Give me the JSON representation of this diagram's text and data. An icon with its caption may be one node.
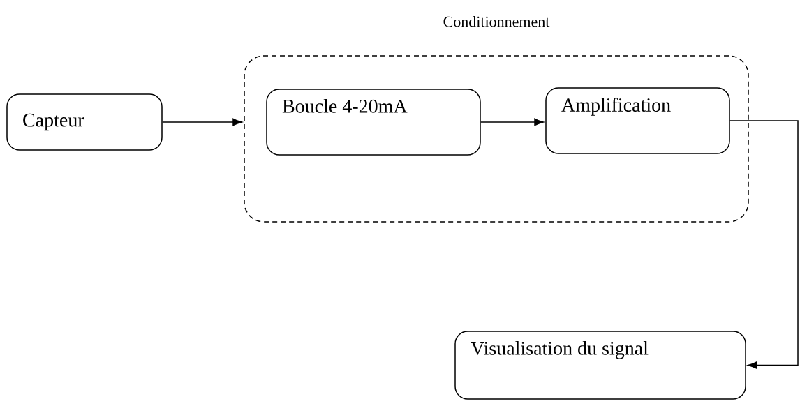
{
  "diagram": {
    "nodes": [
      {
        "text": [
          "Conditionnement"
        ]
      },
      {
        "text": [
          "Capteur"
        ]
      },
      {
        "text": [
          "Boucle 4-20mA"
        ],
        "in": 0
      },
      {
        "text": [
          "Amplification"
        ],
        "in": 0
      },
      {
        "text": [
          "Visualisation du signal"
        ]
      }
    ],
    "edges": [
      {
        "from": 1,
        "to": 0,
        "arrow": "to"
      },
      {
        "from": 2,
        "to": 3,
        "arrow": "to"
      },
      {
        "from": 3,
        "to": 4,
        "arrow": "to"
      }
    ]
  }
}
